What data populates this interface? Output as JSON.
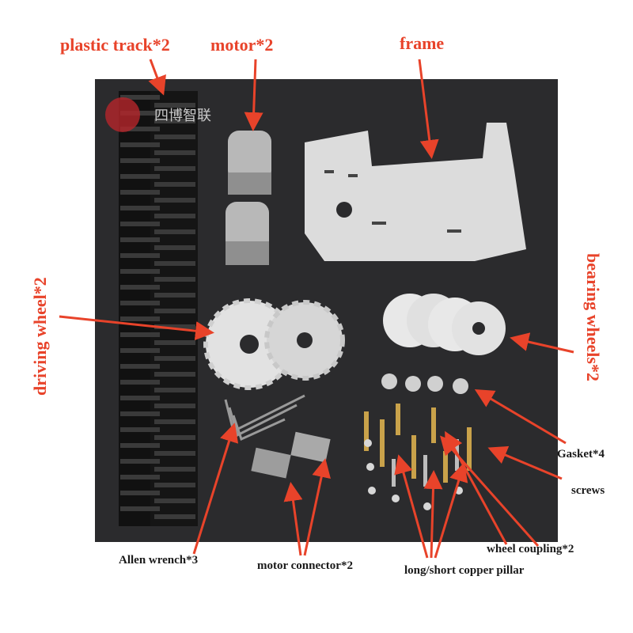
{
  "labels": {
    "plastic_track": "plastic track*2",
    "motor": "motor*2",
    "frame": "frame",
    "driving_wheel": "driving wheel*2",
    "bearing_wheels": "bearing wheels*2",
    "gasket": "Gasket*4",
    "screws": "screws",
    "wheel_coupling": "wheel coupling*2",
    "copper_pillar": "long/short copper pillar",
    "motor_connector": "motor connector*2",
    "allen_wrench": "Allen wrench*3"
  },
  "logo_text": "四博智联",
  "colors": {
    "annotation": "#e8432a",
    "background": "#2b2b2d"
  }
}
